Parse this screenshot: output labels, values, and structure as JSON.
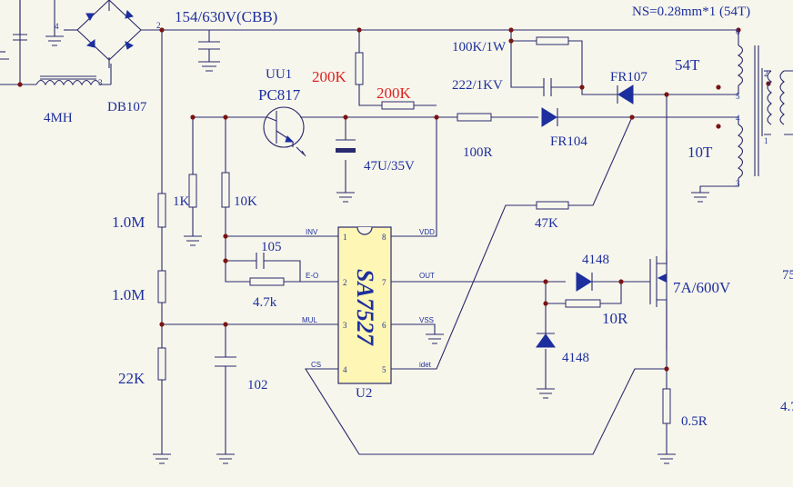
{
  "labels": {
    "rail_voltage": "154/630V(CBB)",
    "transformer_spec": "NS=0.28mm*1  (54T)",
    "winding_54t": "54T",
    "winding_10t": "10T",
    "bridge": "DB107",
    "choke": "4MH",
    "opto_ref": "UU1",
    "opto_part": "PC817",
    "r_200k_a": "200K",
    "r_200k_b": "200K",
    "r_100k_1w": "100K/1W",
    "c_222": "222/1KV",
    "d_fr107": "FR107",
    "d_fr104": "FR104",
    "r_100r": "100R",
    "c_47u": "47U/35V",
    "r_1k": "1K",
    "r_10k": "10K",
    "r_47k": "47K",
    "r_1m_a": "1.0M",
    "r_1m_b": "1.0M",
    "r_22k": "22K",
    "c_105": "105",
    "r_4k7": "4.7k",
    "c_102": "102",
    "ic_part": "SA7527",
    "ic_ref": "U2",
    "d_4148_a": "4148",
    "d_4148_b": "4148",
    "r_10r": "10R",
    "mosfet": "7A/600V",
    "r_sense": "0.5R",
    "edge_75": "75",
    "edge_4": "4.7"
  },
  "pins": {
    "p1_name": "INV",
    "p2_name": "E-O",
    "p3_name": "MUL",
    "p4_name": "CS",
    "p5_name": "idet",
    "p6_name": "VSS",
    "p7_name": "OUT",
    "p8_name": "VDD",
    "n1": "1",
    "n2": "2",
    "n3": "3",
    "n4": "4",
    "n5": "5",
    "n6": "6",
    "n7": "7",
    "n8": "8"
  },
  "nodes": {
    "n2": "2",
    "n4": "4",
    "n3": "3",
    "t6": "6",
    "t5": "5",
    "t4": "4",
    "t3": "3",
    "t2": "2",
    "t1": "1"
  }
}
